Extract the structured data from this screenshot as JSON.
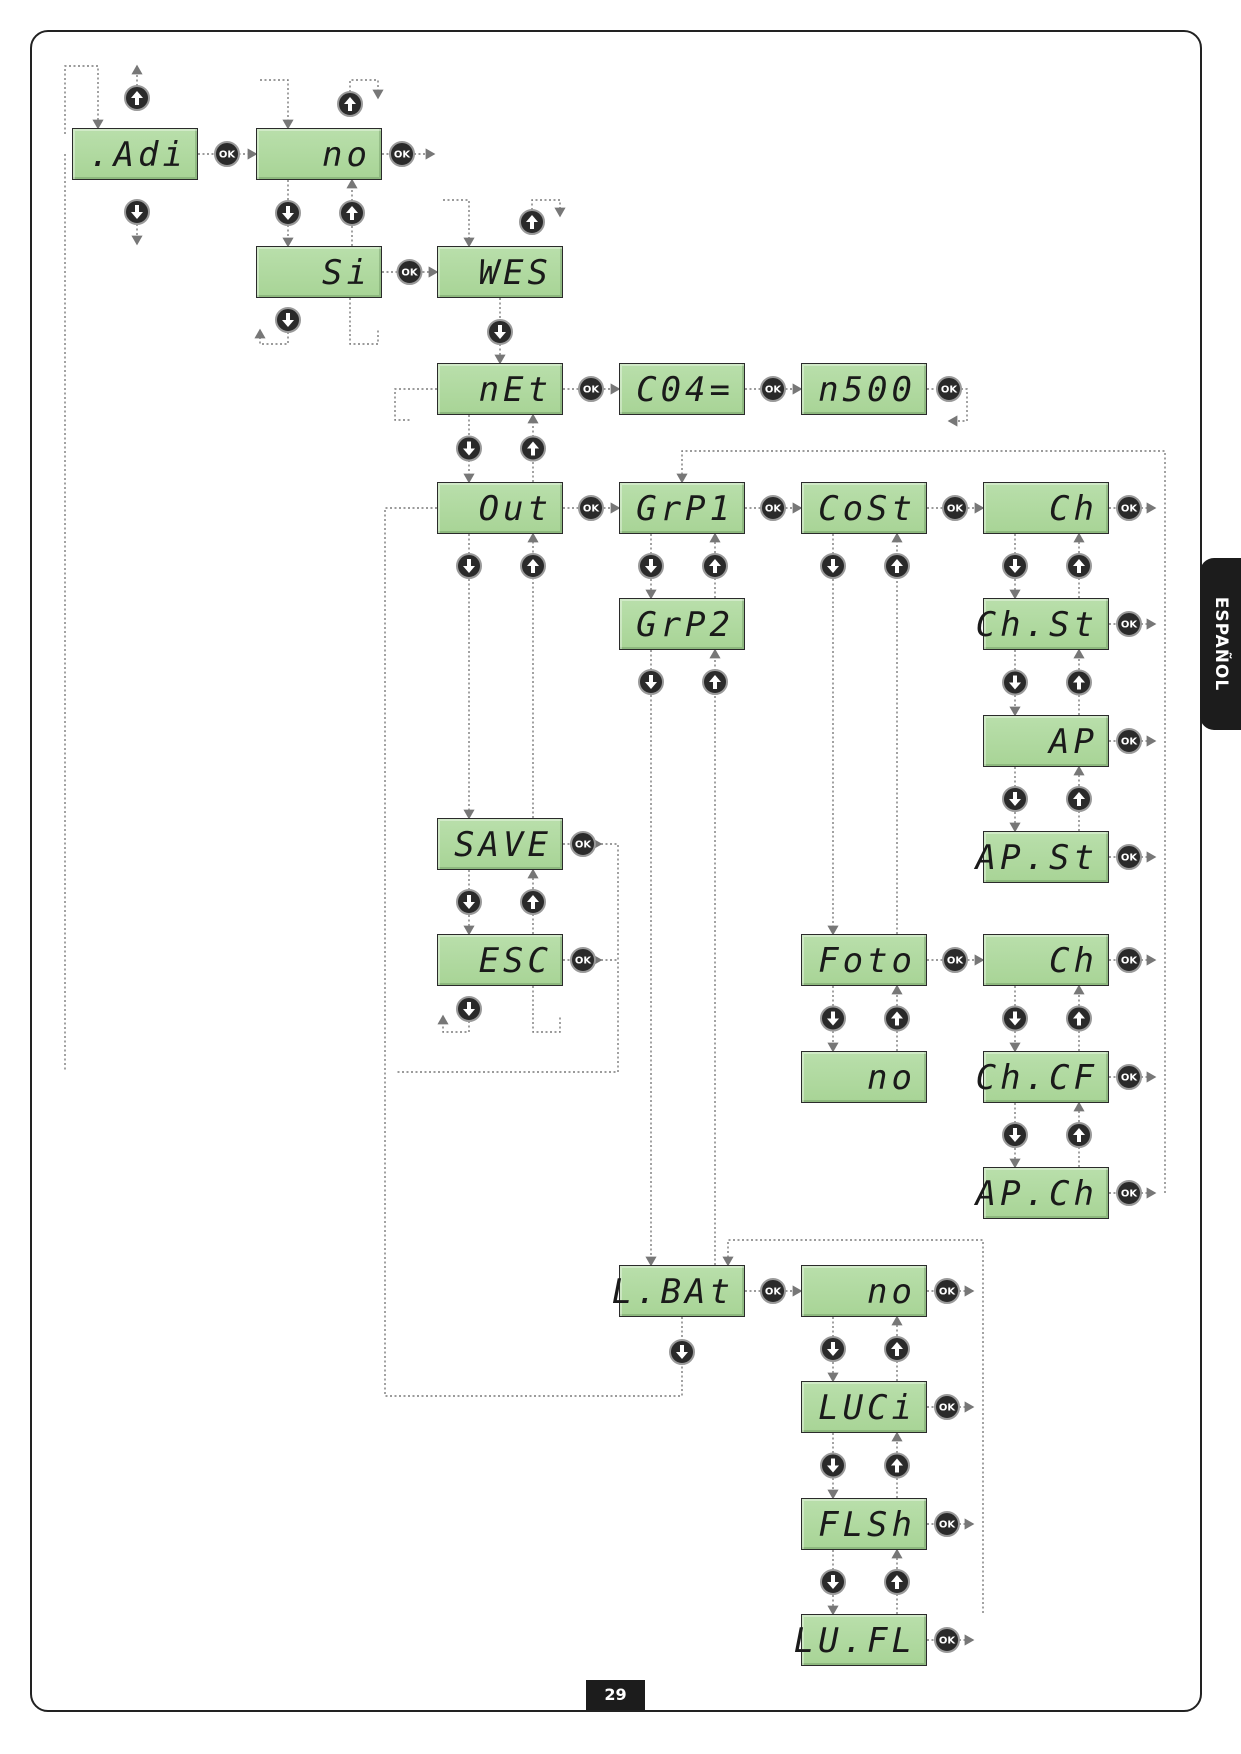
{
  "side_tab": "ESPAÑOL",
  "page_number": "29",
  "ok_label": "OK",
  "displays": {
    "iadi": ".Adi",
    "no1": "no",
    "si": "Si",
    "wes": "WES",
    "net": "nEt",
    "co4": "C04=",
    "n500": "n500",
    "out": "Out",
    "grp1": "GrP1",
    "cost": "CoSt",
    "ch1": "Ch",
    "grp2": "GrP2",
    "chst": "Ch.St",
    "ap": "AP",
    "apst": "AP.St",
    "save": "SAVE",
    "esc": "ESC",
    "foto": "Foto",
    "ch2": "Ch",
    "no2": "no",
    "chcf": "Ch.CF",
    "apch": "AP.Ch",
    "lbat": "L.BAt",
    "no3": "no",
    "luci": "LUCi",
    "flsh": "FLSh",
    "lufl": "LU.FL"
  }
}
